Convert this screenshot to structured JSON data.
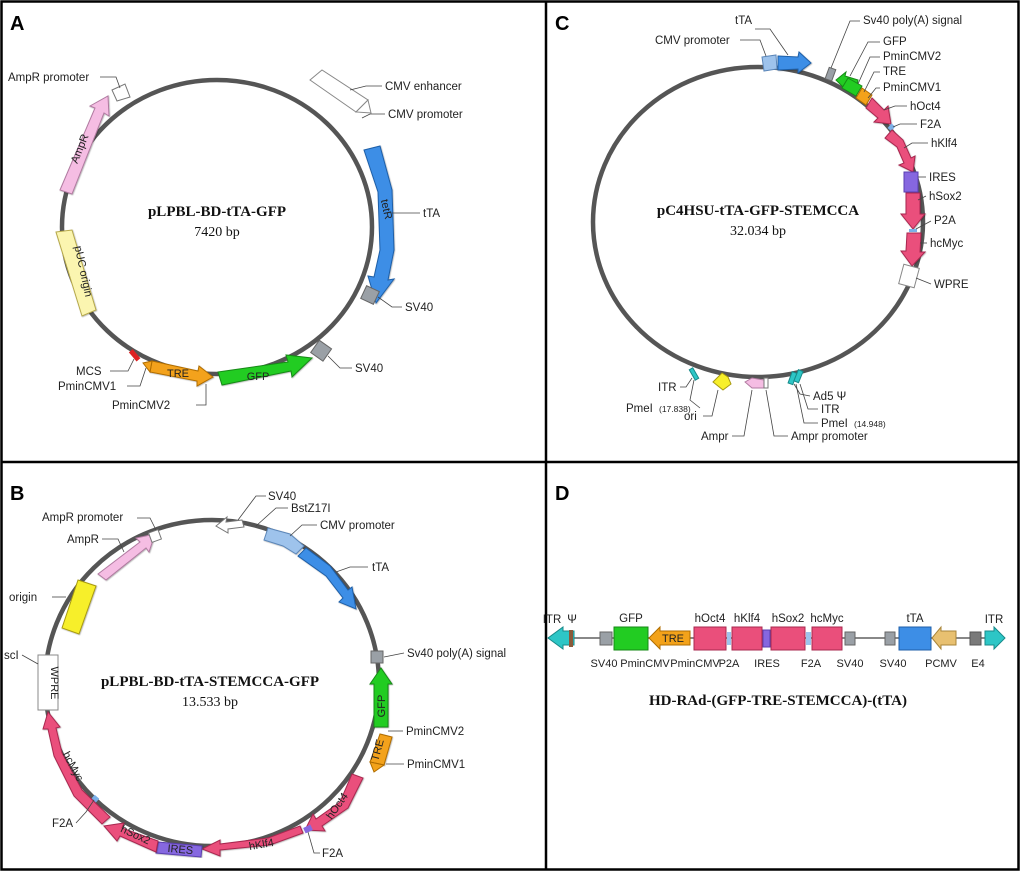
{
  "colors": {
    "frame": "#000000",
    "backbone": "#555555",
    "blue": "#3d8ee6",
    "lightblue": "#9ec3ec",
    "green": "#22cc22",
    "orange": "#f3a21a",
    "pink": "#ea4f7b",
    "lightpink": "#f5bde3",
    "yellow": "#f7ef2a",
    "paleyellow": "#fbf5b0",
    "purple": "#8667e0",
    "gray": "#9aa0a6",
    "darkgray": "#7a7a7a",
    "cyan": "#2dc6c6",
    "white": "#ffffff",
    "red": "#dd2222",
    "brown": "#8a5a3a",
    "tan": "#e8c070"
  },
  "panels": {
    "A": {
      "letter": "A",
      "title": "pLPBL-BD-tTA-GFP",
      "size": "7420 bp",
      "labels": {
        "ampr_promoter": "AmpR promoter",
        "cmv_enhancer": "CMV enhancer",
        "cmv_promoter": "CMV promoter",
        "tta": "tTA",
        "sv40_a": "SV40",
        "sv40_b": "SV40",
        "mcs": "MCS",
        "pmincmv1": "PminCMV1",
        "pmincmv2": "PminCMV2"
      },
      "inner": {
        "ampr": "AmpR",
        "tetr": "tetR",
        "puc": "pUC origin",
        "tre": "TRE",
        "gfp": "GFP"
      }
    },
    "B": {
      "letter": "B",
      "title": "pLPBL-BD-tTA-STEMCCA-GFP",
      "size": "13.533 bp",
      "labels": {
        "sv40": "SV40",
        "bstz": "BstZ17I",
        "ampr_promoter": "AmpR promoter",
        "cmv_promoter": "CMV promoter",
        "ampr": "AmpR",
        "tta": "tTA",
        "origin": "origin",
        "sv40_polya": "Sv40 poly(A) signal",
        "sci": "scI",
        "pmincmv2": "PminCMV2",
        "pmincmv1": "PminCMV1",
        "f2a_left": "F2A",
        "f2a_right": "F2A"
      },
      "inner": {
        "wpre": "WPRE",
        "hcmyc": "hcMyc",
        "hsox2": "hSox2",
        "ires": "IRES",
        "hklf4": "hKlf4",
        "hoct4": "hOct4",
        "tre": "TRE",
        "gfp": "GFP"
      }
    },
    "C": {
      "letter": "C",
      "title": "pC4HSU-tTA-GFP-STEMCCA",
      "size": "32.034 bp",
      "labels": {
        "tta": "tTA",
        "sv40_polya": "Sv40 poly(A) signal",
        "cmv_promoter": "CMV promoter",
        "gfp": "GFP",
        "pmincmv2": "PminCMV2",
        "tre": "TRE",
        "pmincmv1": "PminCMV1",
        "hoct4": "hOct4",
        "f2a": "F2A",
        "hklf4": "hKlf4",
        "ires": "IRES",
        "hsox2": "hSox2",
        "p2a": "P2A",
        "hcmyc": "hcMyc",
        "wpre": "WPRE",
        "itr_left": "ITR",
        "pmei_left": "PmeI",
        "pmei_left_num": "(17.838)",
        "ori": "ori",
        "ampr": "Ampr",
        "ampr_promoter": "Ampr promoter",
        "ad5": "Ad5 Ψ",
        "itr_right": "ITR",
        "pmei_right": "PmeI",
        "pmei_right_num": "(14.948)"
      }
    },
    "D": {
      "letter": "D",
      "title": "HD-RAd-(GFP-TRE-STEMCCA)-(tTA)",
      "top": {
        "itr_left": "ITR",
        "psi": "Ψ",
        "gfp": "GFP",
        "hoct4": "hOct4",
        "hklf4": "hKlf4",
        "hsox2": "hSox2",
        "hcmyc": "hcMyc",
        "tta": "tTA",
        "itr_right": "ITR"
      },
      "inner": {
        "tre": "TRE"
      },
      "bottom": {
        "sv40_1": "SV40",
        "pmincmv_1": "PminCMV",
        "pmincmv_2": "PminCMV",
        "p2a": "P2A",
        "ires": "IRES",
        "f2a": "F2A",
        "sv40_2": "SV40",
        "sv40_3": "SV40",
        "pcmv": "PCMV",
        "e4": "E4"
      }
    }
  }
}
